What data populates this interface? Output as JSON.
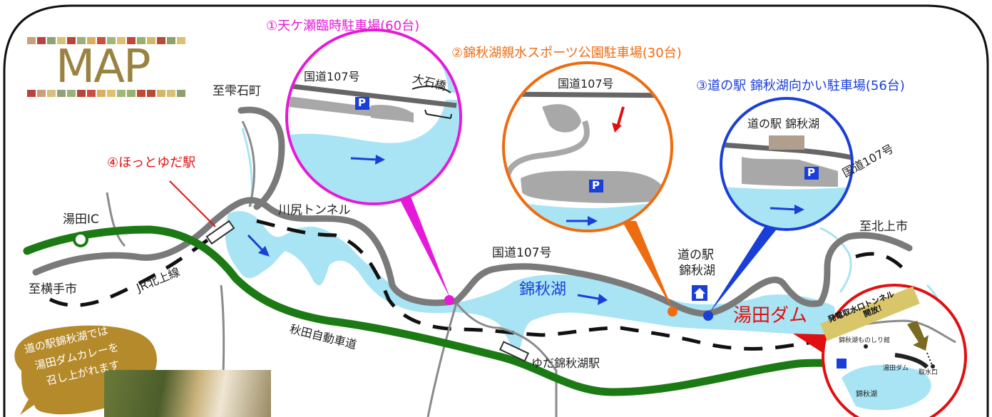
{
  "title": "MAP",
  "colors": {
    "parking1": "#e619d8",
    "parking2": "#ef6b10",
    "parking3": "#1a3fd8",
    "station": "#e01010",
    "expressway": "#1c7a14",
    "road": "#7a7a7a",
    "water": "#a8e4f4"
  },
  "parking": {
    "p1": {
      "title": "①天ケ瀬臨時駐車場(60台)",
      "road": "国道107号",
      "bridge": "大石橋",
      "p_label": "P"
    },
    "p2": {
      "title": "②錦秋湖親水スポーツ公園駐車場(30台)",
      "road": "国道107号",
      "p_label": "P"
    },
    "p3": {
      "title": "③道の駅 錦秋湖向かい駐車場(56台)",
      "station": "道の駅 錦秋湖",
      "road": "国道107号",
      "p_label": "P"
    }
  },
  "labels": {
    "hotto_yuda": "④ほっとゆだ駅",
    "shizukuishi": "至雫石町",
    "yuda_ic": "湯田IC",
    "yokote": "至横手市",
    "jr_line": "JR北上線",
    "kawajiri_tunnel": "川尻トンネル",
    "route107": "国道107号",
    "michi_no_eki_1": "道の駅",
    "michi_no_eki_2": "錦秋湖",
    "kinshuko_lake": "錦秋湖",
    "yuda_dam": "湯田ダム",
    "kitakami": "至北上市",
    "akita_expressway": "秋田自動車道",
    "yuda_kinshuko_station": "ゆだ錦秋湖駅"
  },
  "inset": {
    "banner_1": "発電取水口トンネル",
    "banner_2": "開放！",
    "monoshirikan": "錦秋湖ものしり館",
    "dam": "湯田ダム",
    "intake": "取水口",
    "lake": "錦秋湖"
  },
  "promo": {
    "line1": "道の駅錦秋湖では",
    "line2": "湯田ダムカレーを",
    "line3": "召し上がれます"
  }
}
